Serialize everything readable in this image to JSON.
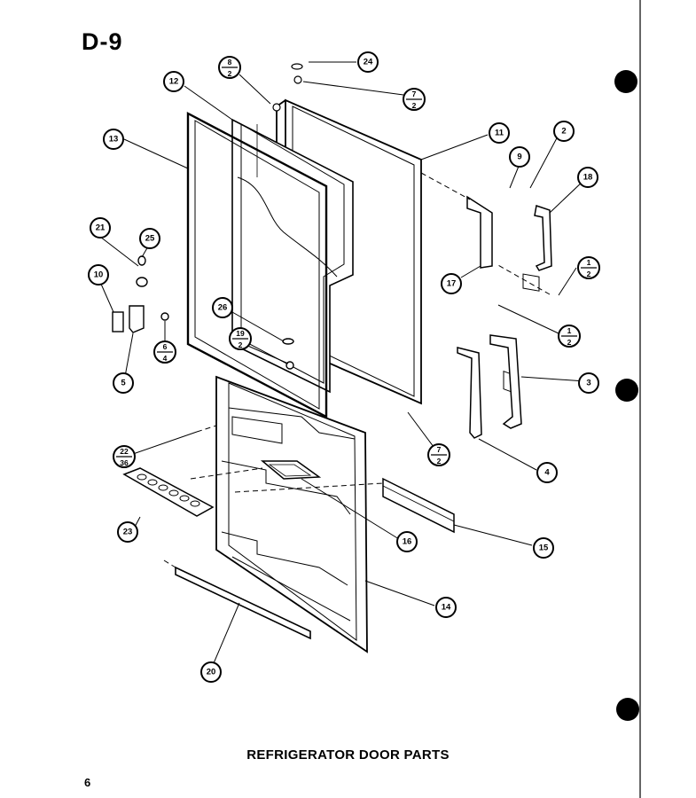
{
  "page_code": "D-9",
  "title": "REFRIGERATOR DOOR PARTS",
  "page_number": "6",
  "callouts": [
    {
      "id": "c24",
      "label": "24"
    },
    {
      "id": "c12",
      "label": "12"
    },
    {
      "id": "c13",
      "label": "13"
    },
    {
      "id": "c11",
      "label": "11"
    },
    {
      "id": "c2",
      "label": "2"
    },
    {
      "id": "c9",
      "label": "9"
    },
    {
      "id": "c18",
      "label": "18"
    },
    {
      "id": "c21",
      "label": "21"
    },
    {
      "id": "c25",
      "label": "25"
    },
    {
      "id": "c10",
      "label": "10"
    },
    {
      "id": "c17",
      "label": "17"
    },
    {
      "id": "c26",
      "label": "26"
    },
    {
      "id": "c5",
      "label": "5"
    },
    {
      "id": "c3",
      "label": "3"
    },
    {
      "id": "c4",
      "label": "4"
    },
    {
      "id": "c23",
      "label": "23"
    },
    {
      "id": "c16",
      "label": "16"
    },
    {
      "id": "c15",
      "label": "15"
    },
    {
      "id": "c14",
      "label": "14"
    },
    {
      "id": "c20",
      "label": "20"
    }
  ],
  "fraction_callouts": [
    {
      "id": "f8-2",
      "top": "8",
      "bottom": "2"
    },
    {
      "id": "f7-2a",
      "top": "7",
      "bottom": "2"
    },
    {
      "id": "f1-2a",
      "top": "1",
      "bottom": "2"
    },
    {
      "id": "f1-2b",
      "top": "1",
      "bottom": "2"
    },
    {
      "id": "f6-4",
      "top": "6",
      "bottom": "4"
    },
    {
      "id": "f19-2",
      "top": "19",
      "bottom": "2"
    },
    {
      "id": "f7-2b",
      "top": "7",
      "bottom": "2"
    },
    {
      "id": "f22-36",
      "top": "22",
      "bottom": "36"
    }
  ]
}
